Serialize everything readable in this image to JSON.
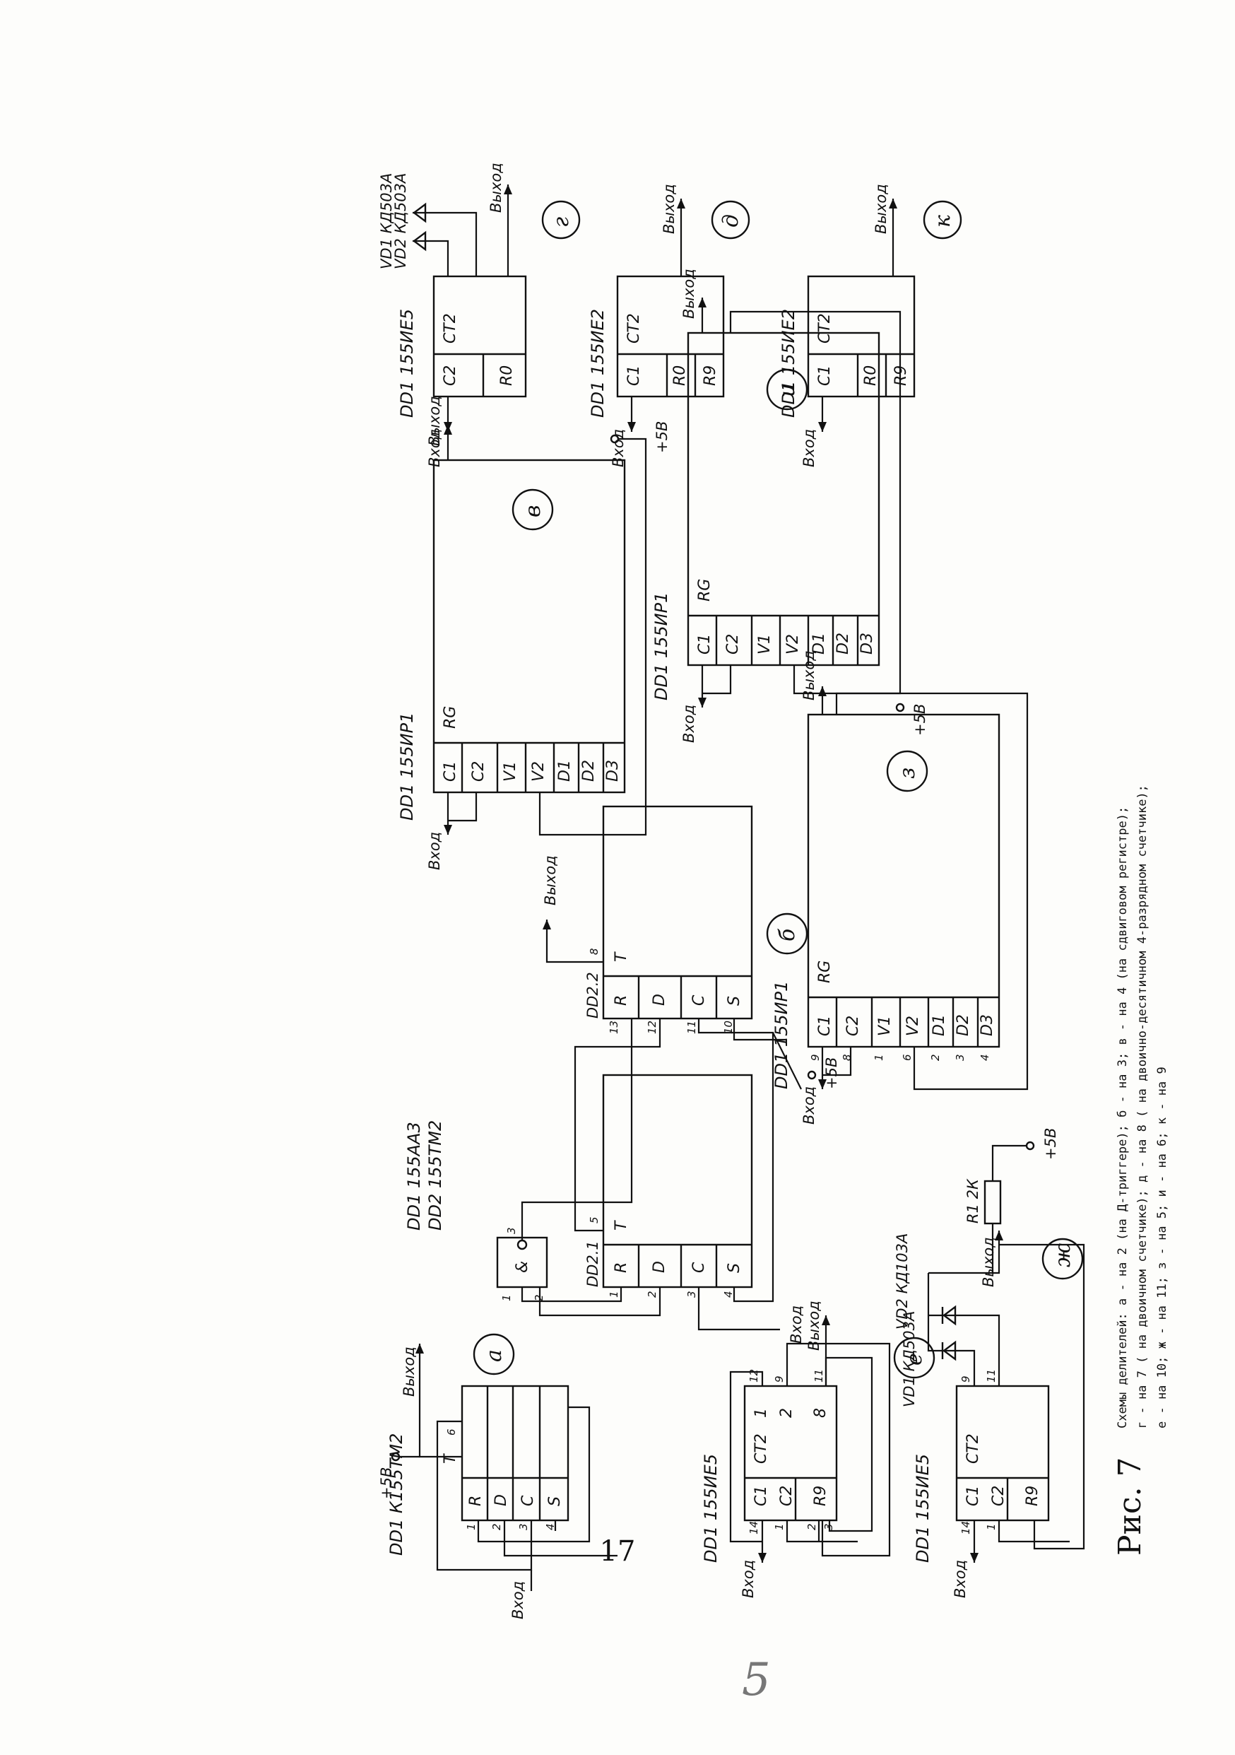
{
  "figure": {
    "title": "Рис. 7",
    "caption_lines": [
      "Схемы делителей: а - на 2 (на Д-триггере); б - на 3; в - на 4 (на сдвиговом регистре);",
      "г - на 7 ( на двоичном счетчике); д - на 8 ( на двоично-десятичном 4-разрядном счетчике);",
      "е - на 10; ж - на 11; з - на 5; и - на 6; к - на 9"
    ]
  },
  "common": {
    "input": "Вход",
    "output": "Выход",
    "supply": "+5В"
  },
  "circuits": {
    "a": {
      "letter": "а",
      "chip": "DD1 К155ТМ2",
      "pins_left": [
        {
          "num": "1",
          "name": "R"
        },
        {
          "num": "2",
          "name": "D"
        },
        {
          "num": "3",
          "name": "C"
        },
        {
          "num": "4",
          "name": "S"
        }
      ],
      "out_pin": {
        "num": "6",
        "name": "T"
      }
    },
    "b": {
      "letter": "б",
      "chip1": "DD1 155АА3",
      "chip2": "DD2 155ТМ2",
      "gate": "&",
      "gate_pins": [
        "1",
        "2",
        "3"
      ],
      "dd21": {
        "title": "DD2.1",
        "pins": [
          {
            "num": "1",
            "name": "R"
          },
          {
            "num": "2",
            "name": "D"
          },
          {
            "num": "3",
            "name": "C"
          },
          {
            "num": "4",
            "name": "S"
          }
        ],
        "t_pin": "5",
        "t_name": "T"
      },
      "dd22": {
        "title": "DD2.2",
        "pins": [
          {
            "num": "13",
            "name": "R"
          },
          {
            "num": "12",
            "name": "D"
          },
          {
            "num": "11",
            "name": "C"
          },
          {
            "num": "10",
            "name": "S"
          }
        ],
        "t_pin": "8",
        "t_name": "T"
      }
    },
    "v": {
      "letter": "в",
      "chip": "DD1 155ИР1"
    },
    "g": {
      "letter": "г",
      "chip": "DD1 155ИЕ5",
      "diode1": "VD1 КД503А",
      "diode2": "VD2 КД503А"
    },
    "d": {
      "letter": "д",
      "chip": "DD1 155ИЕ2"
    },
    "e": {
      "letter": "е",
      "chip": "DD1 155ИЕ5"
    },
    "zh": {
      "letter": "ж",
      "chip": "DD1 155ИЕ5",
      "diode1": "VD1 КД503А",
      "diode2": "VD2 КД103А",
      "resistor": "R1 2К"
    },
    "z": {
      "letter": "з",
      "chip": "DD1 155ИР1"
    },
    "i": {
      "letter": "и",
      "chip": "DD1 155ИР1"
    },
    "k": {
      "letter": "к",
      "chip": "DD1 155ИЕ2"
    }
  },
  "page_number": "17",
  "handwritten_mark": "5"
}
